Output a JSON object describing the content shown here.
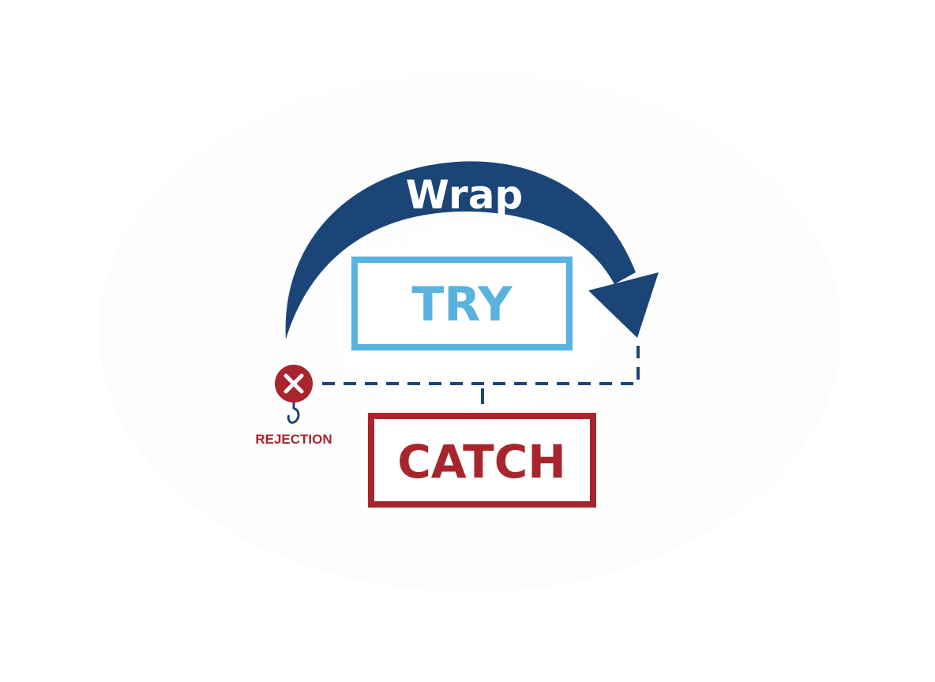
{
  "diagram": {
    "wrap_label": "Wrap",
    "try_label": "TRY",
    "catch_label": "CATCH",
    "rejection_label": "REJECTION",
    "rejection_glyph": "×"
  },
  "colors": {
    "background": "#ffffff",
    "wrap_arrow": "#1b4577",
    "try": "#5ab2de",
    "catch": "#a8252d",
    "connector": "#1b4577",
    "rejection_marker": "#a8252d"
  },
  "icons": {
    "rejection": "x-circle-icon",
    "hook": "hook-icon"
  }
}
